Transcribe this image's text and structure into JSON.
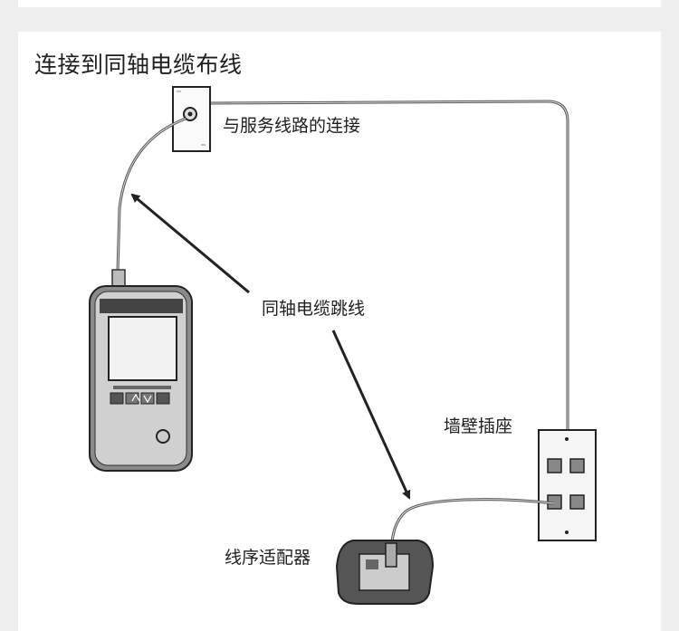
{
  "diagram": {
    "title": "连接到同轴电缆布线",
    "labels": {
      "service_connection": "与服务线路的连接",
      "coax_jumper": "同轴电缆跳线",
      "wall_jack": "墙壁插座",
      "line_adapter": "线序适配器"
    }
  }
}
